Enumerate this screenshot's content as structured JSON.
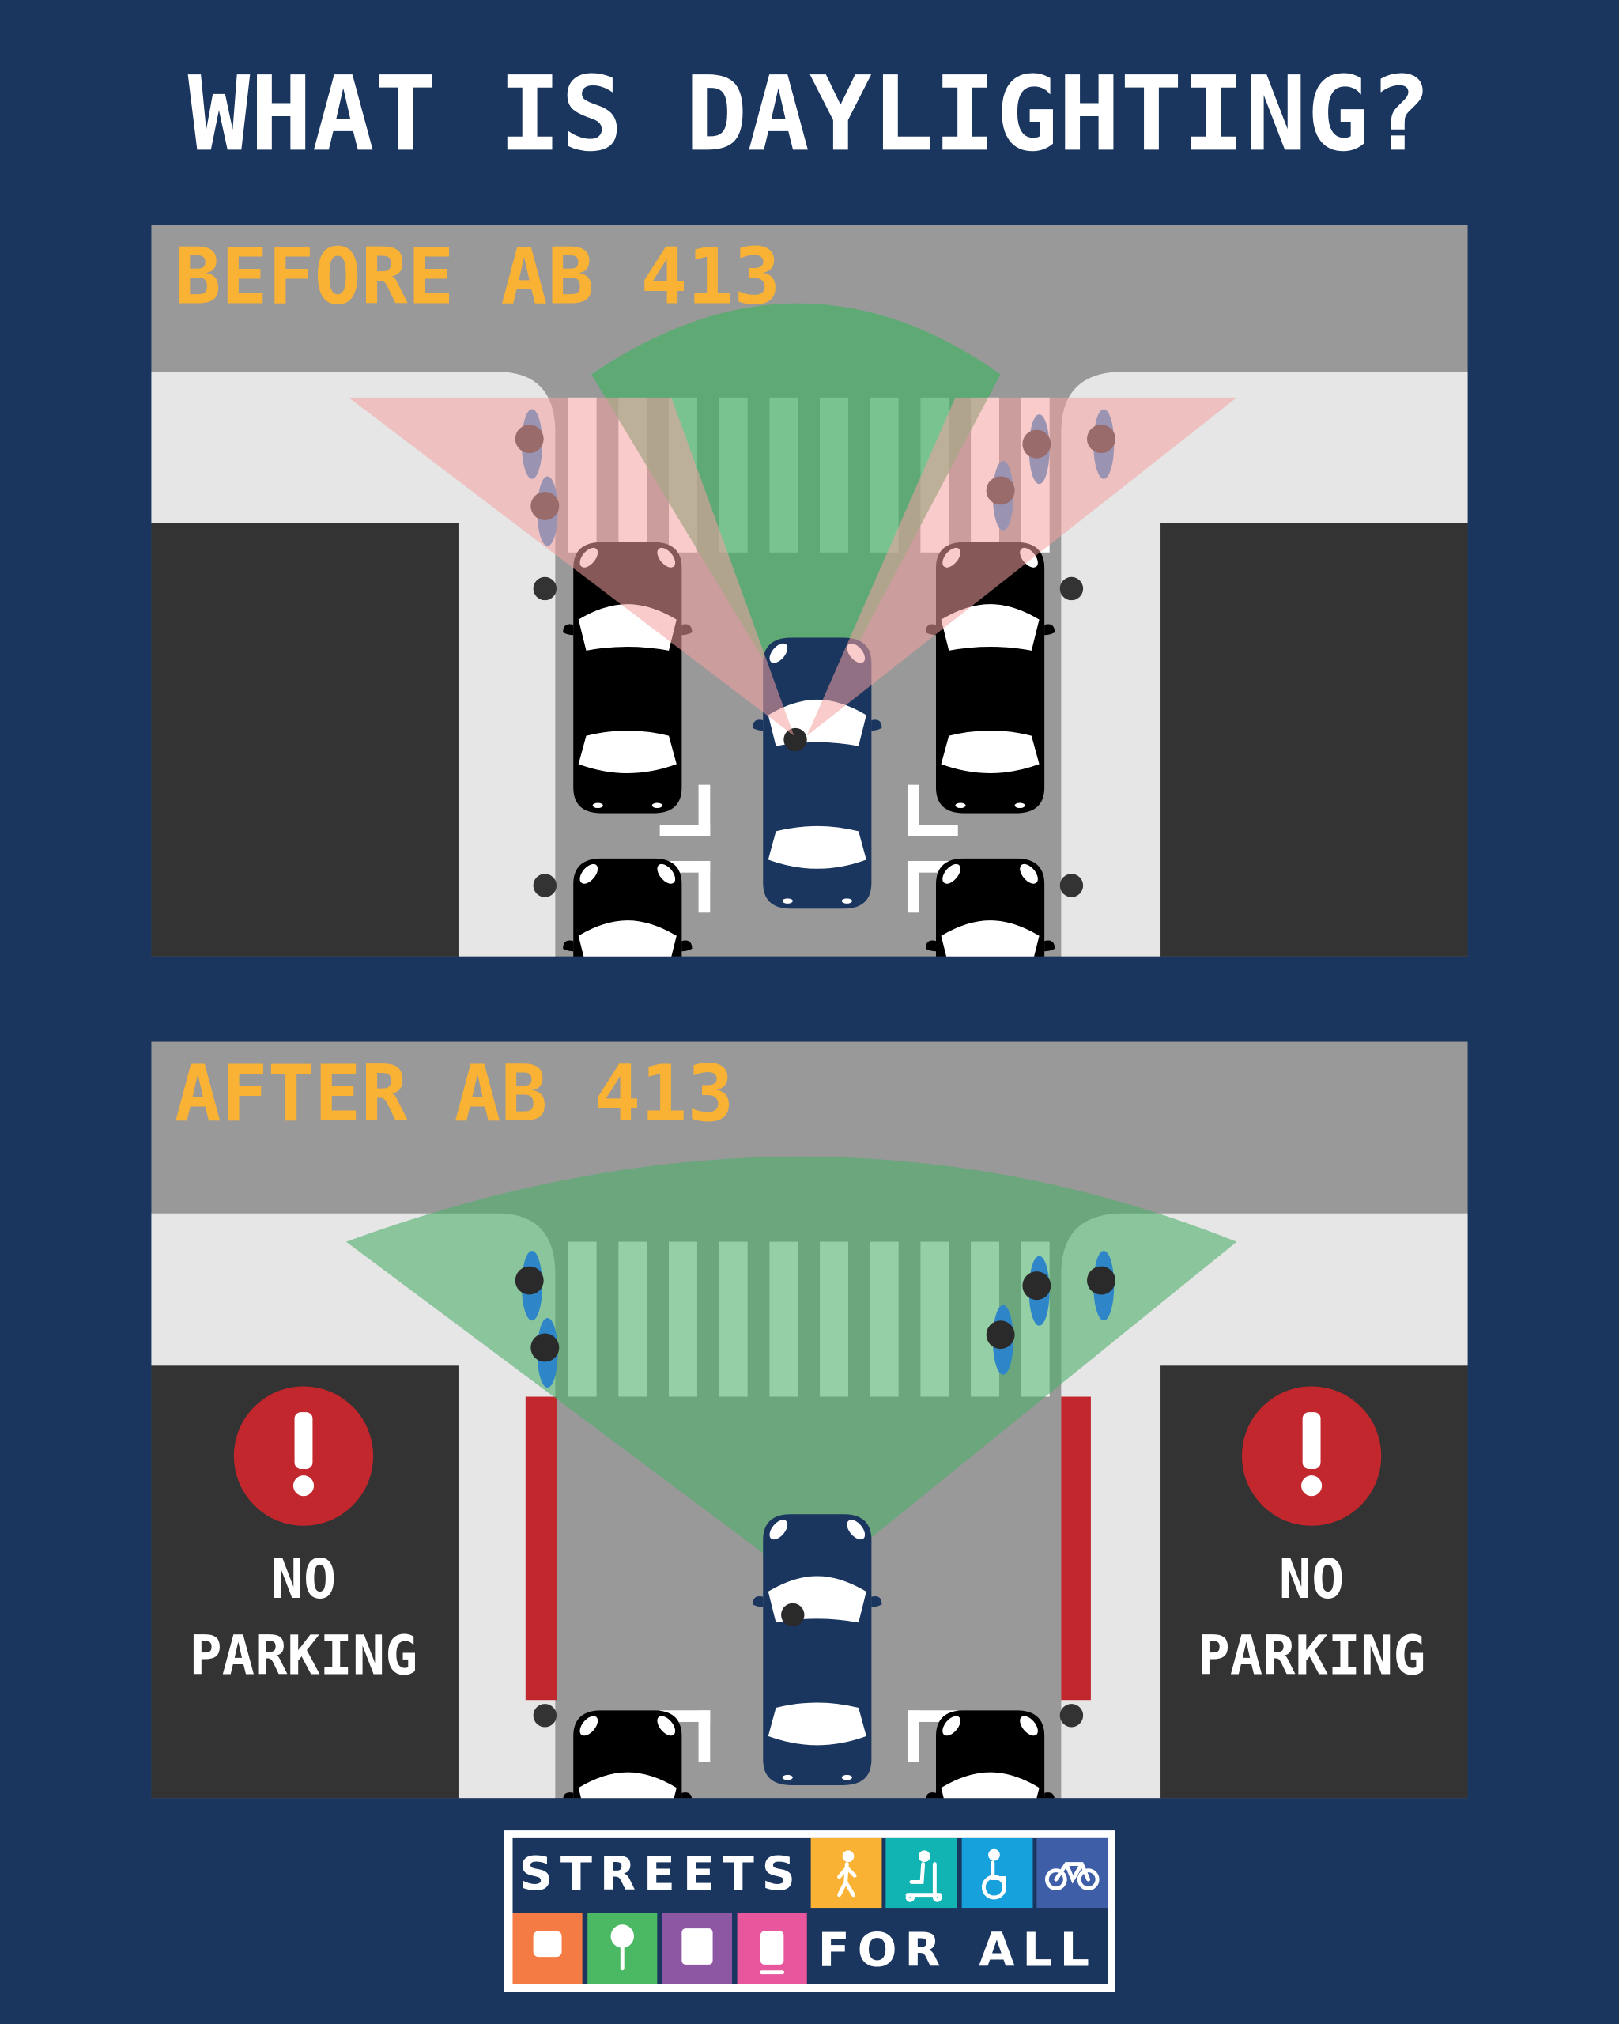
{
  "title": "WHAT IS DAYLIGHTING?",
  "panels": {
    "before": {
      "label": "BEFORE AB 413"
    },
    "after": {
      "label": "AFTER AB 413",
      "sign_line1": "NO",
      "sign_line2": "PARKING",
      "sign_icon": "exclamation-icon"
    }
  },
  "logo": {
    "word1": "STREETS",
    "word2": "FOR",
    "word3": "ALL",
    "tiles": [
      {
        "icon": "pedestrian-icon",
        "color": "#f9b233"
      },
      {
        "icon": "scooter-icon",
        "color": "#12b3b3"
      },
      {
        "icon": "wheelchair-icon",
        "color": "#16a0dc"
      },
      {
        "icon": "bicycle-icon",
        "color": "#3f5ea8"
      },
      {
        "icon": "car-icon",
        "color": "#f47c44"
      },
      {
        "icon": "tree-icon",
        "color": "#4bb964"
      },
      {
        "icon": "bus-icon",
        "color": "#8e57a4"
      },
      {
        "icon": "tram-icon",
        "color": "#e8569d"
      }
    ]
  },
  "colors": {
    "background": "#1a365f",
    "accent": "#f9b233",
    "visible_zone": "#4caf6a",
    "blocked_zone": "#f4a0a0",
    "no_parking_red": "#c1272d"
  }
}
